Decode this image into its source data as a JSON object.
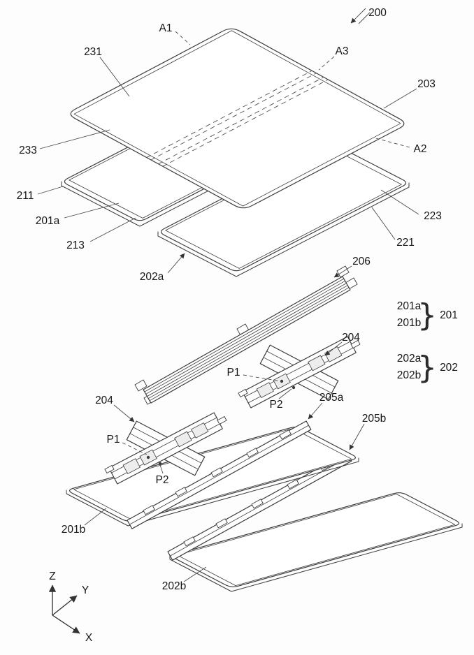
{
  "figure": {
    "background": "#ffffff",
    "line_color": "#3c3c3c",
    "labels": {
      "ref200": "200",
      "a1": "A1",
      "ref231": "231",
      "a3": "A3",
      "ref203": "203",
      "ref233": "233",
      "a2": "A2",
      "ref211": "211",
      "ref201a": "201a",
      "ref213": "213",
      "ref223": "223",
      "ref221": "221",
      "ref202a": "202a",
      "ref206": "206",
      "ref204_right": "204",
      "p1_right": "P1",
      "p2_right": "P2",
      "ref204_left": "204",
      "p1_left": "P1",
      "p2_left": "P2",
      "ref205a": "205a",
      "ref205b": "205b",
      "ref201b": "201b",
      "ref202b": "202b"
    },
    "legend": {
      "brace": "}",
      "groups": [
        {
          "items": [
            "201a",
            "201b"
          ],
          "result": "201"
        },
        {
          "items": [
            "202a",
            "202b"
          ],
          "result": "202"
        }
      ]
    },
    "axes": {
      "z": "Z",
      "y": "Y",
      "x": "X"
    }
  }
}
